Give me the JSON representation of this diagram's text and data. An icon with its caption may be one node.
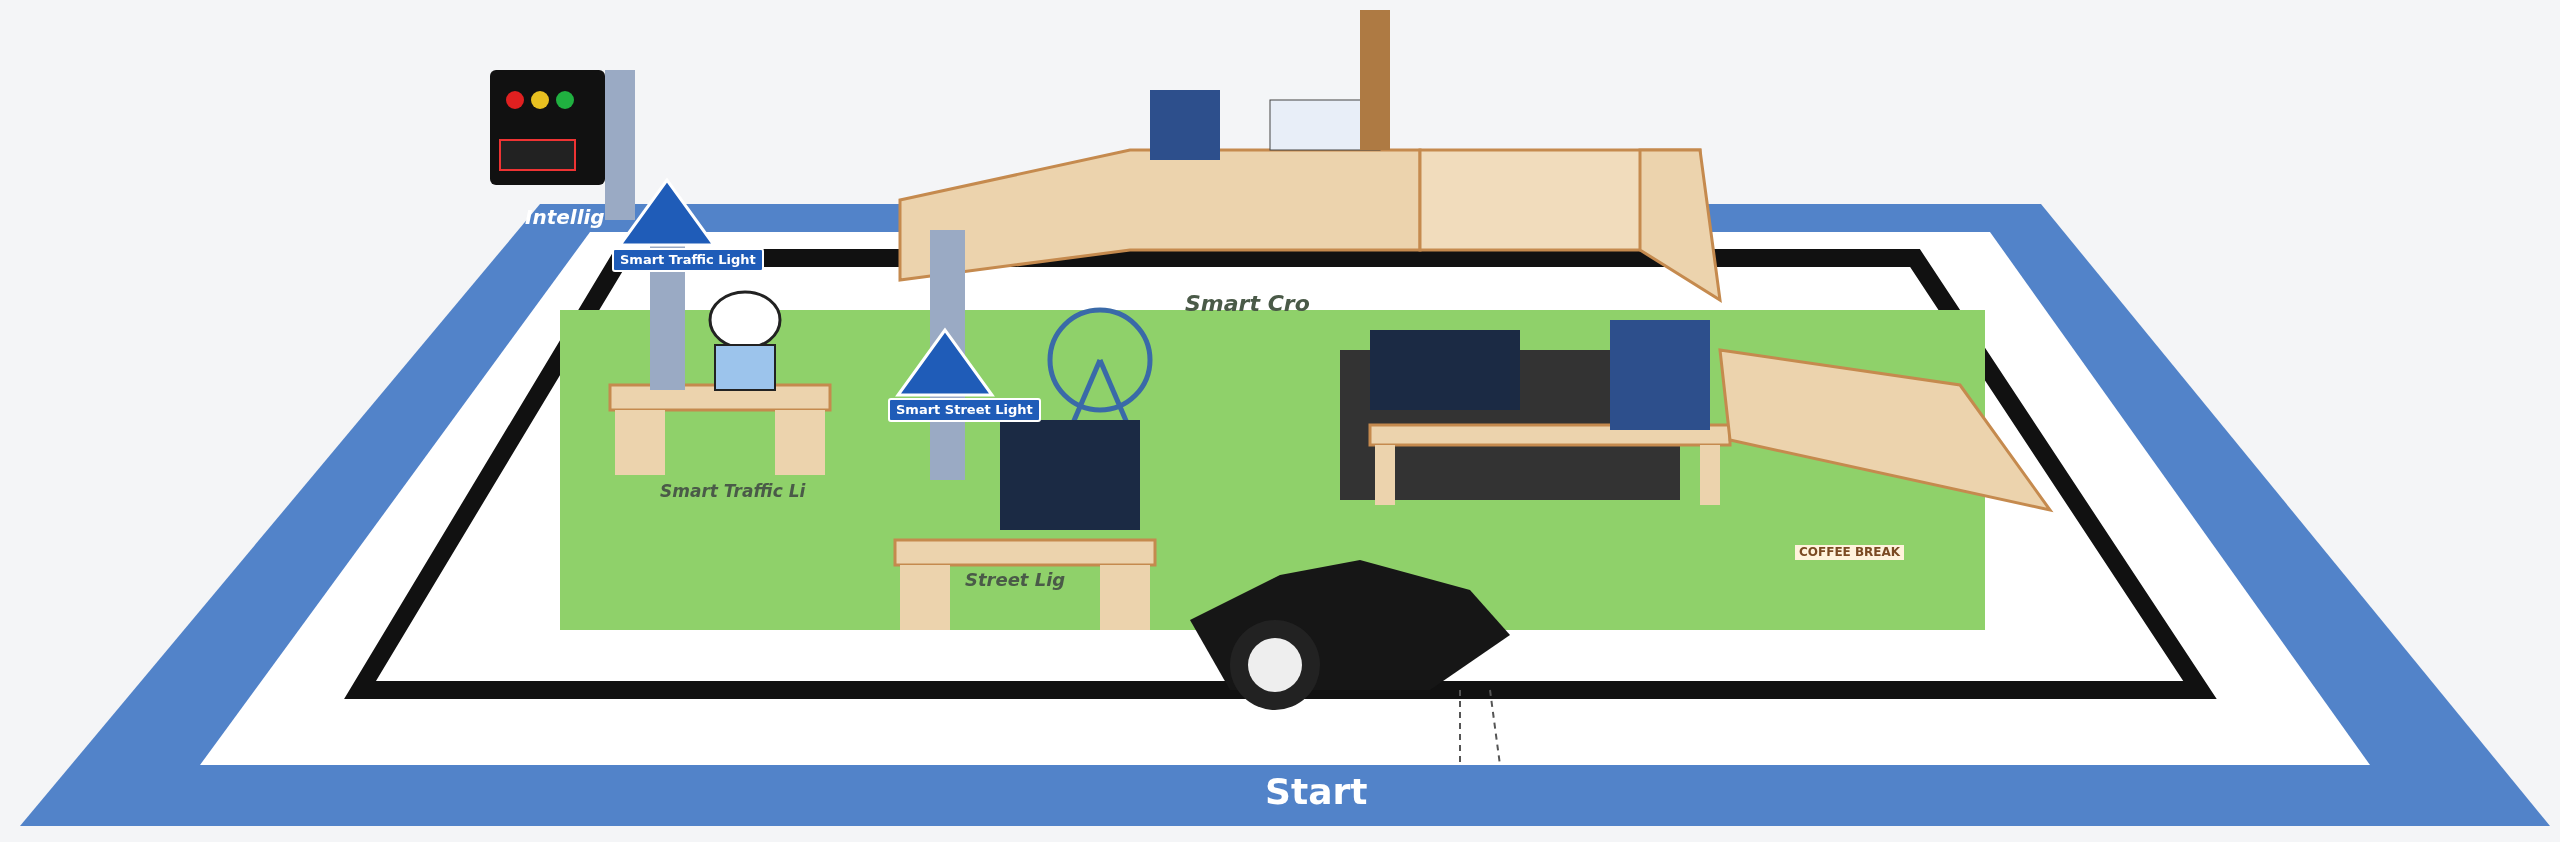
{
  "diagram": {
    "labels": [
      "Intellig",
      "Smart Traffic Light",
      "Smart Traffic Li",
      "Smart Cro",
      "Smart Street Light",
      "Street Lig",
      "COFFEE BREAK",
      "Start"
    ]
  }
}
